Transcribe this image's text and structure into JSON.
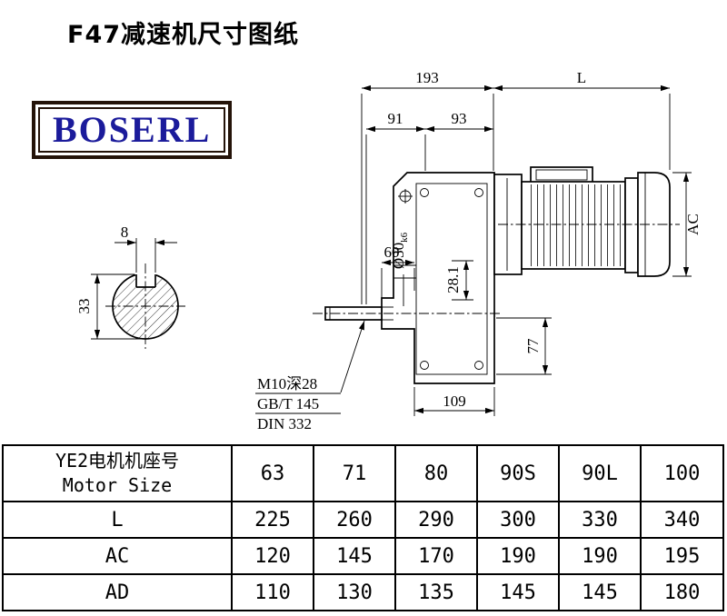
{
  "page": {
    "title": "F47减速机尺寸图纸",
    "logo": "BOSERL"
  },
  "drawing": {
    "dims": {
      "overall_width": "193",
      "motor_length": "L",
      "d91": "91",
      "d93": "93",
      "d60": "60",
      "shaft_dia": "Ø30",
      "shaft_tol": "k6",
      "d281": "28.1",
      "ac": "AC",
      "d77": "77",
      "d109": "109",
      "key_width": "8",
      "key_height": "33"
    },
    "notes": [
      "M10深28",
      "GB/T 145",
      "DIN 332"
    ]
  },
  "table": {
    "header": {
      "line1": "YE2电机机座号",
      "line2": "Motor Size"
    },
    "columns": [
      "63",
      "71",
      "80",
      "90S",
      "90L",
      "100"
    ],
    "rows": [
      {
        "label": "L",
        "values": [
          "225",
          "260",
          "290",
          "300",
          "330",
          "340"
        ]
      },
      {
        "label": "AC",
        "values": [
          "120",
          "145",
          "170",
          "190",
          "190",
          "195"
        ]
      },
      {
        "label": "AD",
        "values": [
          "110",
          "130",
          "135",
          "145",
          "145",
          "180"
        ]
      }
    ]
  }
}
